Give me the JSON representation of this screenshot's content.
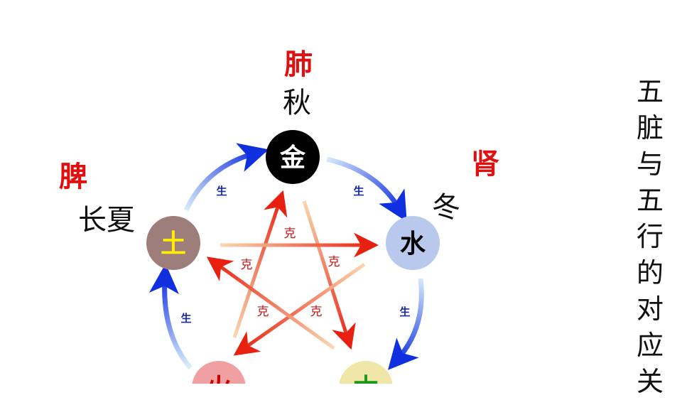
{
  "title_vertical": [
    "五",
    "脏",
    "与",
    "五",
    "行",
    "的",
    "对",
    "应",
    "关"
  ],
  "elements": [
    {
      "name": "金",
      "organ": "肺",
      "season": "秋",
      "fill": "#000000",
      "text_color": "#ffffff"
    },
    {
      "name": "水",
      "organ": "肾",
      "season": "冬",
      "fill": "#b9c9ee",
      "text_color": "#000000"
    },
    {
      "name": "木",
      "fill": "#efe6a8",
      "text_color": "#1a9a1a"
    },
    {
      "name": "火",
      "fill": "#f0a0a0",
      "text_color": "#cc0000"
    },
    {
      "name": "土",
      "organ": "脾",
      "season": "长夏",
      "fill": "#9e7e7a",
      "text_color": "#ffee00"
    }
  ],
  "generate_label": "生",
  "restrain_label": "克",
  "colors": {
    "organ": "#e01010",
    "generate": "#1030e0",
    "restrain": "#e83010",
    "restrain_text": "#c01818"
  }
}
